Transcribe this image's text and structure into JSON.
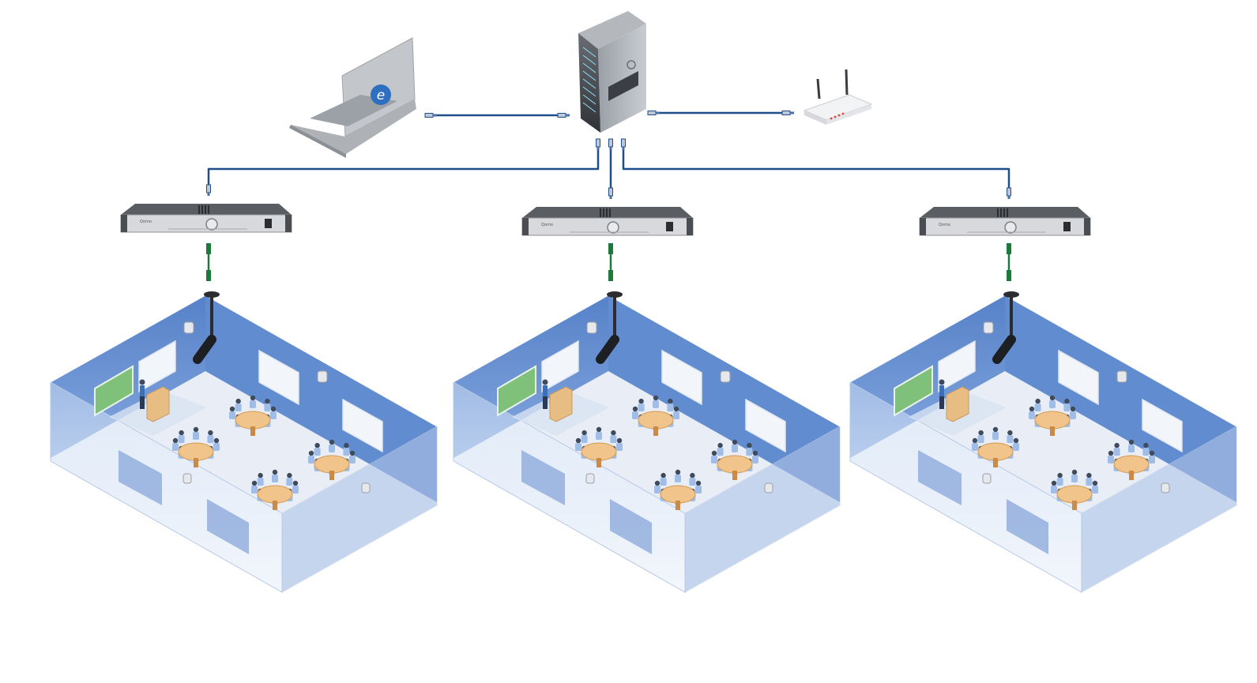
{
  "diagram": {
    "title": "",
    "nodes": {
      "laptop": {
        "icon": "laptop-icon",
        "badge_letter": "e"
      },
      "server": {
        "icon": "server-rack-icon"
      },
      "router": {
        "icon": "wifi-router-icon"
      },
      "encoders": [
        {
          "icon": "rack-unit-icon",
          "brand": "Qomo"
        },
        {
          "icon": "rack-unit-icon",
          "brand": "Qomo"
        },
        {
          "icon": "rack-unit-icon",
          "brand": "Qomo"
        }
      ],
      "classrooms": [
        {
          "icon": "classroom-icon"
        },
        {
          "icon": "classroom-icon"
        },
        {
          "icon": "classroom-icon"
        }
      ]
    },
    "colors": {
      "network_cable": "#1f4e8c",
      "audio_cable": "#1e7a3c",
      "room_wall": "#5a86cc",
      "room_floor": "#e9eef6",
      "table": "#f0c48a"
    }
  }
}
